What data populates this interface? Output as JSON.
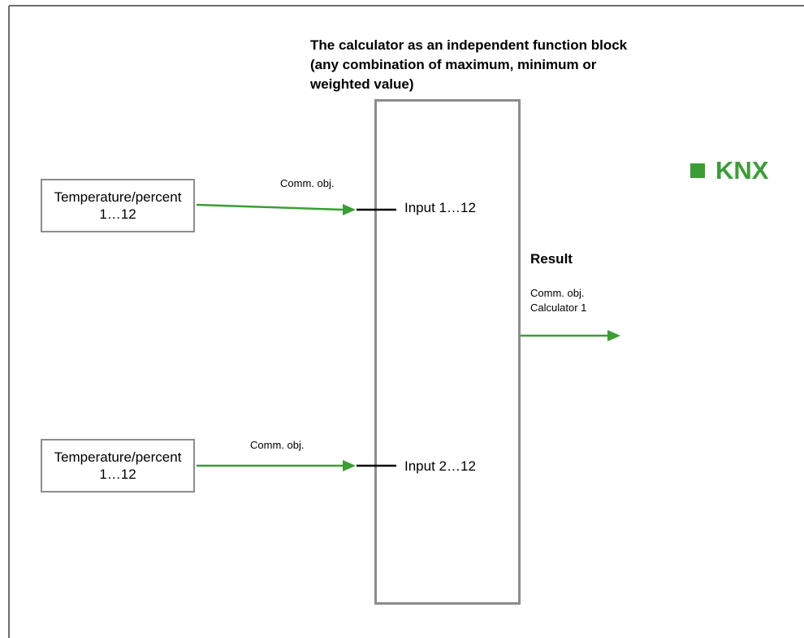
{
  "colors": {
    "accent_green": "#3a9e35",
    "frame_gray": "#6e6e6e",
    "box_border": "#8c8c8c",
    "text": "#000000"
  },
  "title_lines": [
    "The calculator as an independent function block",
    "(any combination of maximum, minimum or",
    "weighted value)"
  ],
  "brand": {
    "label": "KNX",
    "icon": "green-square-icon"
  },
  "sources": [
    {
      "line1": "Temperature/percent",
      "line2": "1…12",
      "connector_label": "Comm. obj.",
      "input_label": "Input 1…12"
    },
    {
      "line1": "Temperature/percent",
      "line2": "1…12",
      "connector_label": "Comm. obj.",
      "input_label": "Input 2…12"
    }
  ],
  "result": {
    "heading": "Result",
    "line1": "Comm. obj.",
    "line2": "Calculator 1"
  }
}
